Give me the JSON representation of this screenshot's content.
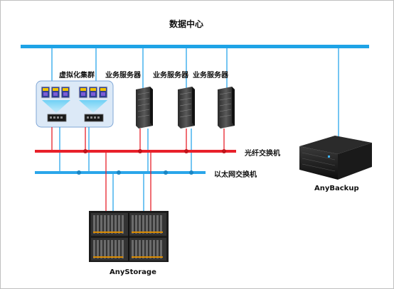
{
  "diagram": {
    "title": "数据中心",
    "labels": {
      "cluster": "虚拟化集群",
      "server_1": "业务服务器",
      "server_2": "业务服务器",
      "server_3": "业务服务器",
      "fc_switch": "光纤交换机",
      "eth_switch": "以太网交换机",
      "backup": "AnyBackup",
      "storage": "AnyStorage"
    },
    "colors": {
      "backbone": "#1ea3e6",
      "fc_line": "#e8202a",
      "eth_line": "#2aa6ea",
      "cluster_bg": "#dce9f7"
    }
  }
}
